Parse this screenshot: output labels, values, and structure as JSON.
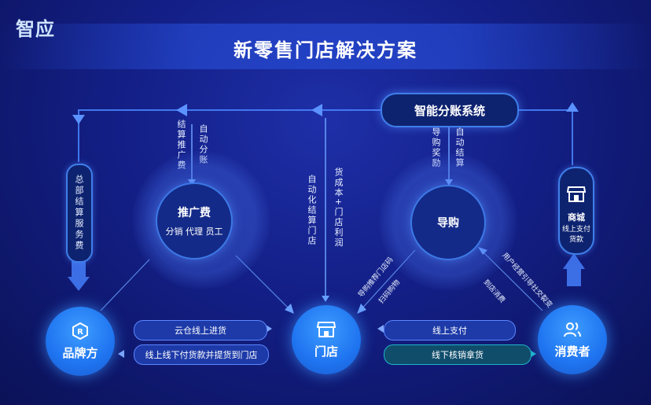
{
  "logo": "智应",
  "title": "新零售门店解决方案",
  "system_box": "智能分账系统",
  "labels": {
    "settle_promo": "结算推广费",
    "auto_split": "自动分账",
    "auto_settle_store": "自动化结算门店",
    "goods_cost": "货成本+门店利润",
    "guide_reward": "导购奖励",
    "auto_settle": "自动结算",
    "hq_fee": "总部结算服务费",
    "rec_store": "导购推荐门店码",
    "scan_buy": "扫码购物",
    "user_ops": "用户经营引导社交裂变",
    "to_store": "到店消费"
  },
  "promo": {
    "title": "推广费",
    "sub": "分销 代理 员工"
  },
  "guide": {
    "title": "导购"
  },
  "mall": {
    "title": "商城",
    "sub": "线上支付货款"
  },
  "nodes": {
    "brand": "品牌方",
    "store": "门店",
    "consumer": "消费者"
  },
  "pills": {
    "cloud": "云仓线上进货",
    "online_pay_goods": "线上线下付货款并提货到门店",
    "online_pay": "线上支付",
    "offline_verify": "线下核销拿货"
  },
  "colors": {
    "accent": "#3f7eea",
    "node": "#1f74f0",
    "teal": "#1fb3c9"
  },
  "icons": [
    "r-logo-icon",
    "store-icon",
    "users-icon",
    "shop-icon"
  ]
}
